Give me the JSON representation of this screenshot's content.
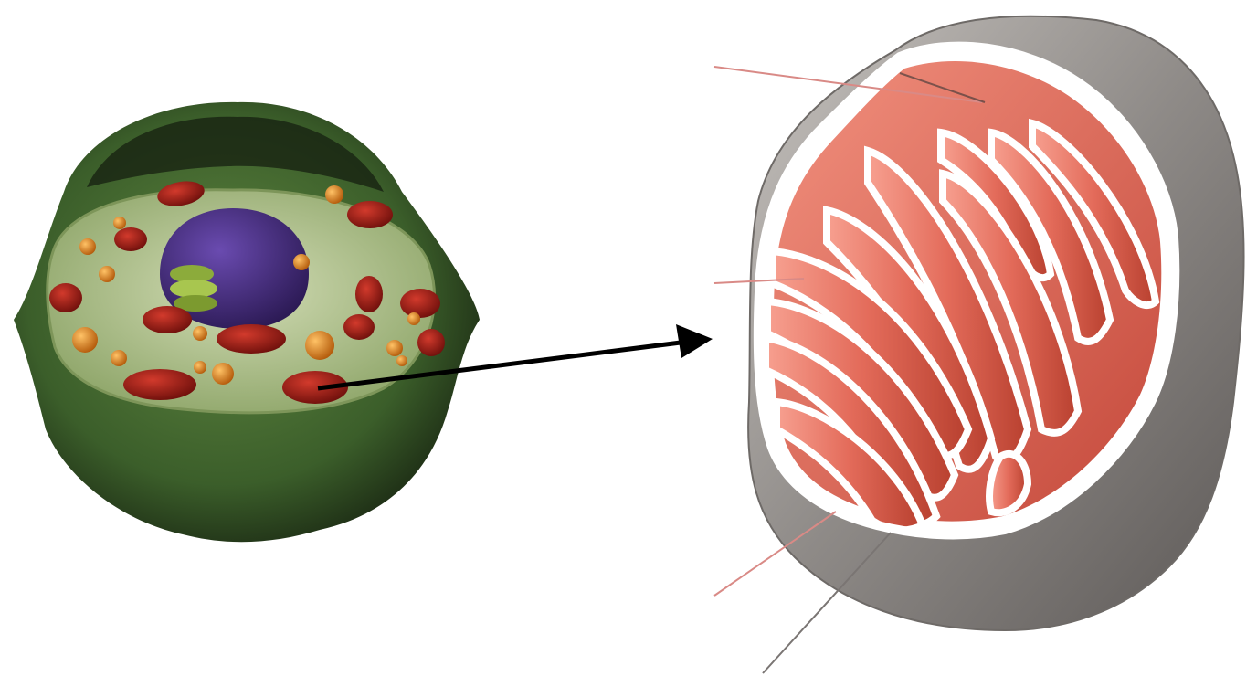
{
  "diagram": {
    "subjects": [
      {
        "name": "cell-illustration",
        "parts": [
          "cell-membrane",
          "cytoplasm",
          "nucleus",
          "golgi-body",
          "mitochondria",
          "vesicles"
        ]
      },
      {
        "name": "mitochondrion-cutaway",
        "parts": [
          "outer-membrane",
          "inner-membrane",
          "cristae",
          "matrix"
        ]
      }
    ],
    "connector": {
      "from": "cell-illustration",
      "to": "mitochondrion-cutaway",
      "style": "arrow"
    },
    "label_leaders": 5,
    "labels": []
  },
  "colors": {
    "cell_outer": "#3b5e2a",
    "cell_outer_dark": "#1c2b14",
    "cytoplasm": "#b6c793",
    "nucleus": "#4b2f86",
    "golgi": "#8cab3b",
    "mito_small": "#9b1a14",
    "vesicle": "#e0891f",
    "mito_shell": "#8e8a87",
    "mito_inner": "#e9796a",
    "cristae_fill": "#d8584a",
    "arrow": "#000000",
    "leader_line": "#d98a86"
  }
}
